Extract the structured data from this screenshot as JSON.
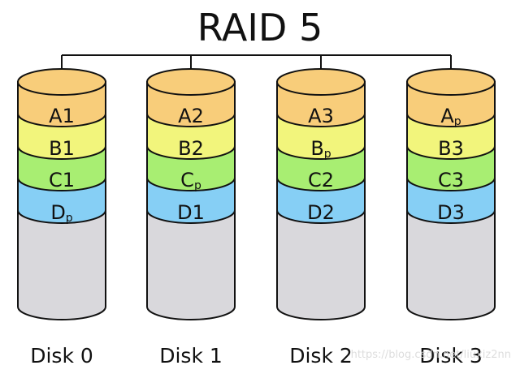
{
  "title": "RAID 5",
  "colors": {
    "A": "#f8cd7a",
    "B": "#f2f57c",
    "C": "#a8ee72",
    "D": "#86cff5",
    "empty": "#d9d8dc",
    "stroke": "#111111"
  },
  "disks": [
    {
      "label": "Disk 0",
      "blocks": [
        {
          "row": "A",
          "letter": "A",
          "suffix": "1",
          "parity": false
        },
        {
          "row": "B",
          "letter": "B",
          "suffix": "1",
          "parity": false
        },
        {
          "row": "C",
          "letter": "C",
          "suffix": "1",
          "parity": false
        },
        {
          "row": "D",
          "letter": "D",
          "suffix": "p",
          "parity": true
        }
      ]
    },
    {
      "label": "Disk 1",
      "blocks": [
        {
          "row": "A",
          "letter": "A",
          "suffix": "2",
          "parity": false
        },
        {
          "row": "B",
          "letter": "B",
          "suffix": "2",
          "parity": false
        },
        {
          "row": "C",
          "letter": "C",
          "suffix": "p",
          "parity": true
        },
        {
          "row": "D",
          "letter": "D",
          "suffix": "1",
          "parity": false
        }
      ]
    },
    {
      "label": "Disk 2",
      "blocks": [
        {
          "row": "A",
          "letter": "A",
          "suffix": "3",
          "parity": false
        },
        {
          "row": "B",
          "letter": "B",
          "suffix": "p",
          "parity": true
        },
        {
          "row": "C",
          "letter": "C",
          "suffix": "2",
          "parity": false
        },
        {
          "row": "D",
          "letter": "D",
          "suffix": "2",
          "parity": false
        }
      ]
    },
    {
      "label": "Disk 3",
      "blocks": [
        {
          "row": "A",
          "letter": "A",
          "suffix": "p",
          "parity": true
        },
        {
          "row": "B",
          "letter": "B",
          "suffix": "3",
          "parity": false
        },
        {
          "row": "C",
          "letter": "C",
          "suffix": "3",
          "parity": false
        },
        {
          "row": "D",
          "letter": "D",
          "suffix": "3",
          "parity": false
        }
      ]
    }
  ],
  "watermark": "https://blog.csdn.net/liuxiz2nn"
}
